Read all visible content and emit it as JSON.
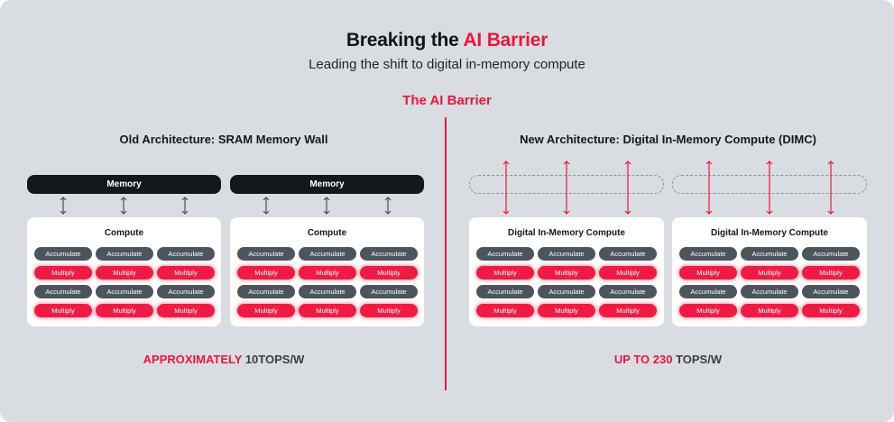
{
  "header": {
    "title_main": "Breaking the ",
    "title_accent": "AI Barrier",
    "subtitle": "Leading the shift to digital in-memory compute",
    "barrier_label": "The AI Barrier"
  },
  "colors": {
    "accent": "#e8173f",
    "background": "#d9dde2",
    "memory_bar": "#14171b",
    "accumulate": "#4c545c",
    "multiply": "#ee1c44"
  },
  "old_architecture": {
    "heading": "Old Architecture: SRAM Memory Wall",
    "memory_label": "Memory",
    "panel_title": "Compute",
    "metric_highlight": "APPROXIMATELY ",
    "metric_value": "10TOPS/W"
  },
  "new_architecture": {
    "heading": "New Architecture: Digital In-Memory Compute (DIMC)",
    "panel_title": "Digital In-Memory Compute",
    "metric_highlight": "UP TO 230 ",
    "metric_value": "TOPS/W"
  },
  "pill_rows": [
    "Accumulate",
    "Multiply",
    "Accumulate",
    "Multiply"
  ],
  "icons": {
    "old_arrow": "double-arrow-vertical-icon",
    "new_arrow": "red-double-arrow-vertical-icon"
  }
}
